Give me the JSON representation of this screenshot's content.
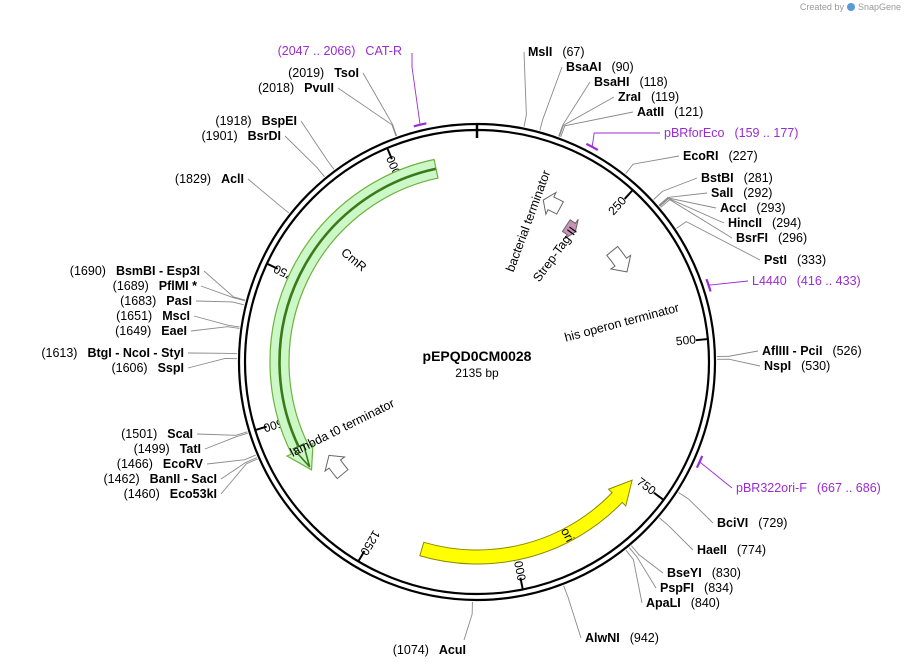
{
  "credit": {
    "prefix": "Created by",
    "brand": "SnapGene",
    "logo_icon": "snapgene-logo-icon"
  },
  "plasmid": {
    "name": "pEPQD0CM0028",
    "length_bp": 2135,
    "length_label": "2135 bp"
  },
  "ticks": [
    {
      "bp": 250,
      "label": "250"
    },
    {
      "bp": 500,
      "label": "500"
    },
    {
      "bp": 750,
      "label": "750"
    },
    {
      "bp": 1000,
      "label": "1000"
    },
    {
      "bp": 1250,
      "label": "1250"
    },
    {
      "bp": 1500,
      "label": "1500"
    },
    {
      "bp": 1750,
      "label": "1750"
    },
    {
      "bp": 2000,
      "label": "2000"
    }
  ],
  "features": [
    {
      "name": "CmR",
      "start": 1405,
      "end": 2064,
      "direction": "reverse",
      "color": "#ccf8c7",
      "edge": "#6db23f"
    },
    {
      "name": "ori",
      "start": 755,
      "end": 1165,
      "direction": "reverse",
      "color": "#ffff00",
      "edge": "#8a8a00"
    },
    {
      "name": "bacterial terminator",
      "start": 132,
      "end": 168,
      "direction": "reverse",
      "color": "#ffffff"
    },
    {
      "name": "Strep-Tag II",
      "start": 197,
      "end": 220,
      "direction": "forward",
      "color": "#c992b9"
    },
    {
      "name": "his operon terminator",
      "start": 300,
      "end": 350,
      "direction": "forward",
      "color": "#ffffff"
    },
    {
      "name": "lambda t0 terminator",
      "start": 1365,
      "end": 1410,
      "direction": "forward",
      "color": "#ffffff"
    }
  ],
  "primers": [
    {
      "name": "CAT-R",
      "range": "(2047 .. 2066)",
      "bp": 2055,
      "dir": "reverse"
    },
    {
      "name": "pBRforEco",
      "range": "(159 .. 177)",
      "bp": 167,
      "dir": "forward"
    },
    {
      "name": "L4440",
      "range": "(416 .. 433)",
      "bp": 425,
      "dir": "forward"
    },
    {
      "name": "pBR322ori-F",
      "range": "(667 .. 686)",
      "bp": 677,
      "dir": "forward"
    }
  ],
  "enzymes_right": [
    {
      "name": "MslI",
      "pos": "(67)",
      "bp": 67
    },
    {
      "name": "BsaAI",
      "pos": "(90)",
      "bp": 90
    },
    {
      "name": "BsaHI",
      "pos": "(118)",
      "bp": 118
    },
    {
      "name": "ZraI",
      "pos": "(119)",
      "bp": 119
    },
    {
      "name": "AatII",
      "pos": "(121)",
      "bp": 121
    },
    {
      "name": "EcoRI",
      "pos": "(227)",
      "bp": 227
    },
    {
      "name": "BstBI",
      "pos": "(281)",
      "bp": 281
    },
    {
      "name": "SalI",
      "pos": "(292)",
      "bp": 292
    },
    {
      "name": "AccI",
      "pos": "(293)",
      "bp": 293
    },
    {
      "name": "HincII",
      "pos": "(294)",
      "bp": 294
    },
    {
      "name": "BsrFI",
      "pos": "(296)",
      "bp": 296
    },
    {
      "name": "PstI",
      "pos": "(333)",
      "bp": 333
    },
    {
      "name": "AflIII - PciI",
      "pos": "(526)",
      "bp": 526
    },
    {
      "name": "NspI",
      "pos": "(530)",
      "bp": 530
    },
    {
      "name": "BciVI",
      "pos": "(729)",
      "bp": 729
    },
    {
      "name": "HaeII",
      "pos": "(774)",
      "bp": 774
    },
    {
      "name": "BseYI",
      "pos": "(830)",
      "bp": 830
    },
    {
      "name": "PspFI",
      "pos": "(834)",
      "bp": 834
    },
    {
      "name": "ApaLI",
      "pos": "(840)",
      "bp": 840
    },
    {
      "name": "AlwNI",
      "pos": "(942)",
      "bp": 942
    }
  ],
  "enzymes_left": [
    {
      "name": "AcuI",
      "pos": "(1074)",
      "bp": 1074
    },
    {
      "name": "Eco53kI",
      "pos": "(1460)",
      "bp": 1460
    },
    {
      "name": "BanII - SacI",
      "pos": "(1462)",
      "bp": 1462
    },
    {
      "name": "EcoRV",
      "pos": "(1466)",
      "bp": 1466
    },
    {
      "name": "TatI",
      "pos": "(1499)",
      "bp": 1499
    },
    {
      "name": "ScaI",
      "pos": "(1501)",
      "bp": 1501
    },
    {
      "name": "SspI",
      "pos": "(1606)",
      "bp": 1606
    },
    {
      "name": "BtgI - NcoI - StyI",
      "pos": "(1613)",
      "bp": 1613
    },
    {
      "name": "EaeI",
      "pos": "(1649)",
      "bp": 1649
    },
    {
      "name": "MscI",
      "pos": "(1651)",
      "bp": 1651
    },
    {
      "name": "PasI",
      "pos": "(1683)",
      "bp": 1683
    },
    {
      "name": "PflMI *",
      "pos": "(1689)",
      "bp": 1689
    },
    {
      "name": "BsmBI - Esp3I",
      "pos": "(1690)",
      "bp": 1690
    },
    {
      "name": "AclI",
      "pos": "(1829)",
      "bp": 1829
    },
    {
      "name": "BsrDI",
      "pos": "(1901)",
      "bp": 1901
    },
    {
      "name": "BspEI",
      "pos": "(1918)",
      "bp": 1918
    },
    {
      "name": "PvuII",
      "pos": "(2018)",
      "bp": 2018
    },
    {
      "name": "TsoI",
      "pos": "(2019)",
      "bp": 2019
    }
  ]
}
